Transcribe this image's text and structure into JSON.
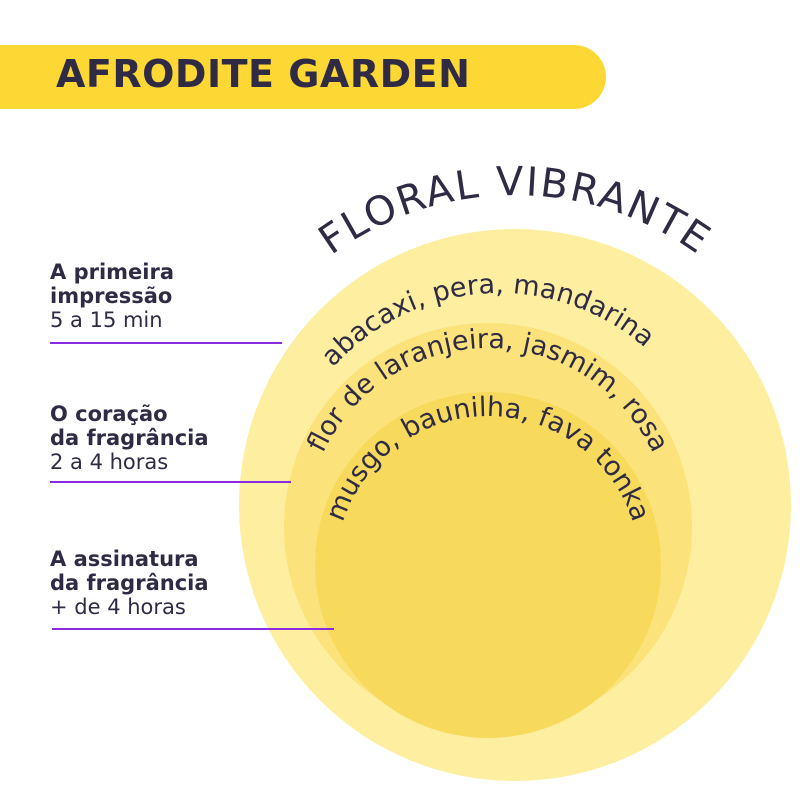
{
  "title": "AFRODITE GARDEN",
  "family": "FLORAL VIBRANTE",
  "layers": [
    {
      "notes": "abacaxi, pera, mandarina",
      "heading_line1": "A primeira",
      "heading_line2": "impressão",
      "duration": "5 a 15 min"
    },
    {
      "notes": "flor de laranjeira, jasmim, rosa",
      "heading_line1": "O coração",
      "heading_line2": "da fragrância",
      "duration": "2 a 4 horas"
    },
    {
      "notes": "musgo, baunilha, fava tonka",
      "heading_line1": "A assinatura",
      "heading_line2": "da fragrância",
      "duration": "+ de 4 horas"
    }
  ],
  "colors": {
    "banner": "#fdd835",
    "outer": "#fdeea0",
    "middle": "#fbe27a",
    "inner": "#f7d95c",
    "text": "#2f2b45",
    "rule": "#8a2be2"
  }
}
